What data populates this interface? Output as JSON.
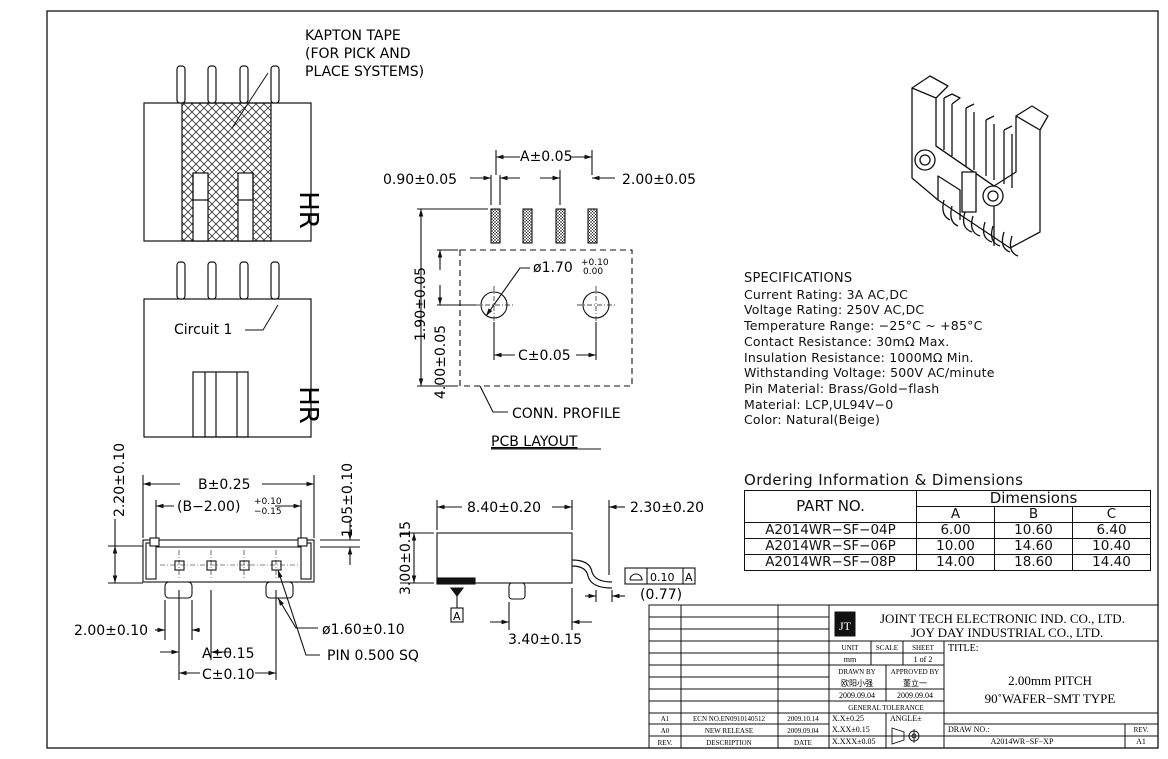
{
  "labels": {
    "kapton": [
      "KAPTON TAPE",
      "(FOR PICK AND",
      "PLACE SYSTEMS)"
    ],
    "brand_mark": "HR",
    "circuit1": "Circuit  1",
    "dim_0_90": "0.90±0.05",
    "dim_a_005": "A±0.05",
    "dim_2_00": "2.00±0.05",
    "dim_hole": "ø1.70",
    "dim_hole_tol_plus": "+0.10",
    "dim_hole_tol_minus": "0.00",
    "dim_1_90": "1.90±0.05",
    "dim_4_00": "4.00±0.05",
    "dim_c_005": "C±0.05",
    "conn_profile": "CONN. PROFILE",
    "pcb_layout": "PCB LAYOUT",
    "dim_2_20": "2.20±0.10",
    "dim_b": "B±0.25",
    "dim_b2": "(B−2.00)",
    "dim_b2_plus": "+0.10",
    "dim_b2_minus": "−0.15",
    "dim_1_05": "1.05±0.10",
    "dim_2_00_010": "2.00±0.10",
    "dim_a_015": "A±0.15",
    "dim_c_010": "C±0.10",
    "dim_1_60": "ø1.60±0.10",
    "pin": "PIN  0.500  SQ",
    "dim_8_40": "8.40±0.20",
    "dim_2_30": "2.30±0.20",
    "dim_3_00": "3.00±0.15",
    "dim_3_40": "3.40±0.15",
    "dim_0_77": "(0.77)",
    "flatness": "0.10",
    "datum": "A"
  },
  "specs": {
    "title": "SPECIFICATIONS",
    "lines": [
      "Current Rating: 3A AC,DC",
      "Voltage Rating: 250V AC,DC",
      "Temperature Range: −25°C ~ +85°C",
      "Contact Resistance: 30mΩ Max.",
      "Insulation Resistance: 1000MΩ Min.",
      "Withstanding Voltage: 500V AC/minute",
      "Pin Material: Brass/Gold−flash",
      "Material: LCP,UL94V−0",
      "Color: Natural(Beige)"
    ]
  },
  "ordering": {
    "title": "Ordering Information  &  Dimensions",
    "part_header": "PART NO.",
    "dims_header": "Dimensions",
    "columns": [
      "A",
      "B",
      "C"
    ],
    "rows": [
      {
        "part": "A2014WR−SF−04P",
        "a": "6.00",
        "b": "10.60",
        "c": "6.40"
      },
      {
        "part": "A2014WR−SF−06P",
        "a": "10.00",
        "b": "14.60",
        "c": "10.40"
      },
      {
        "part": "A2014WR−SF−08P",
        "a": "14.00",
        "b": "18.60",
        "c": "14.40"
      }
    ]
  },
  "title_block": {
    "company1": "JOINT  TECH  ELECTRONIC  IND.  CO.,  LTD.",
    "company2": "JOY  DAY  INDUSTRIAL  CO.,  LTD.",
    "title_label": "TITLE:",
    "title_line1": "2.00mm  PITCH",
    "title_line2": "90˚WAFER−SMT  TYPE",
    "unit_label": "UNIT",
    "scale_label": "SCALE",
    "sheet_label": "SHEET",
    "unit": "mm",
    "sheet": "1  of  2",
    "drawn_by_label": "DRAWN BY",
    "approved_by_label": "APPROVED BY",
    "drawn_by": "欧阳小强",
    "approved_by": "董立一",
    "drawn_date": "2009.09.04",
    "approved_date": "2009.09.04",
    "general_tolerance": "GENERAL  TOLERANCE",
    "tol1": "X.X±0.25",
    "tol2": "X.XX±0.15",
    "tol3": "X.XXX±0.05",
    "angle": "ANGLE±",
    "draw_no_label": "DRAW NO.:",
    "draw_no": "A2014WR−SF−XP",
    "rev_label": "REV.",
    "rev": "A1",
    "revisions": [
      {
        "rev": "A1",
        "desc": "ECN NO.EN0910140512",
        "date": "2009.10.14"
      },
      {
        "rev": "A0",
        "desc": "NEW RELEASE",
        "date": "2009.09.04"
      }
    ],
    "rev_col": "REV.",
    "desc_col": "DESCRIPTION",
    "date_col": "DATE"
  }
}
